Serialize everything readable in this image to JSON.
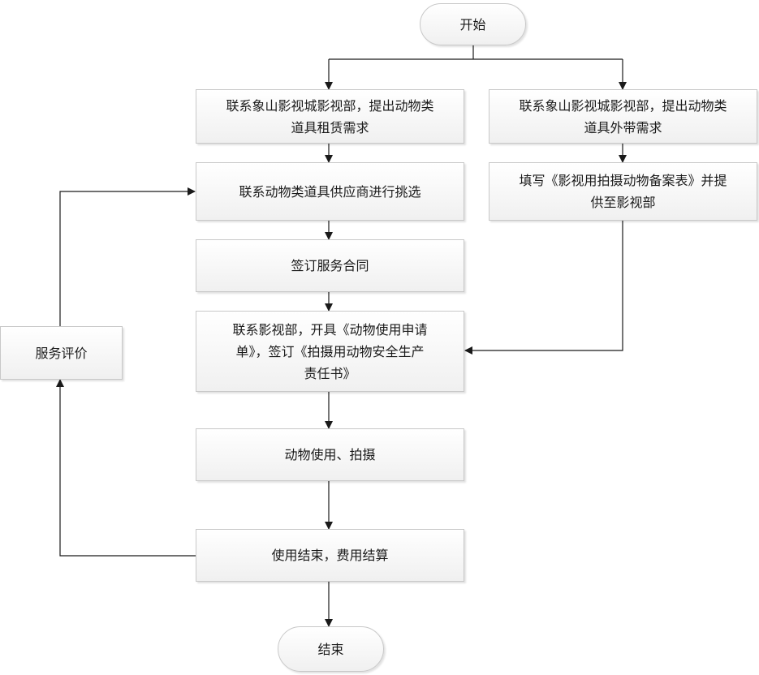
{
  "flowchart": {
    "start": "开始",
    "end": "结束",
    "left_branch": {
      "step1": [
        "联系象山影视城影视部，提出动物类",
        "道具租赁需求"
      ],
      "step2": "联系动物类道具供应商进行挑选",
      "step3": "签订服务合同"
    },
    "right_branch": {
      "step1": [
        "联系象山影视城影视部，提出动物类",
        "道具外带需求"
      ],
      "step2": [
        "填写《影视用拍摄动物备案表》并提",
        "供至影视部"
      ]
    },
    "merge_step": [
      "联系影视部，开具《动物使用申请",
      "单》，签订《拍摄用动物安全生产",
      "责任书》"
    ],
    "use_step": "动物使用、拍摄",
    "finish_step": "使用结束，费用结算",
    "feedback": "服务评价"
  }
}
